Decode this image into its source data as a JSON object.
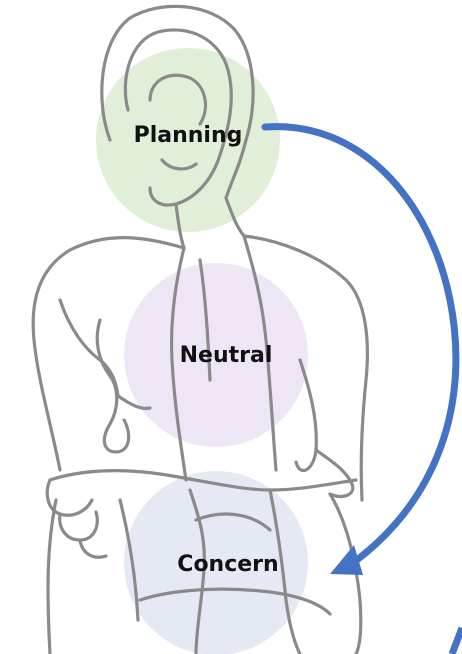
{
  "diagram": {
    "nodes": [
      {
        "id": "planning",
        "label": "Planning",
        "color": "#dcecd2"
      },
      {
        "id": "neutral",
        "label": "Neutral",
        "color": "#ece2f3"
      },
      {
        "id": "concern",
        "label": "Concern",
        "color": "#dfe5f2"
      }
    ],
    "arrow": {
      "from": "planning",
      "to": "concern",
      "color": "#4472c4"
    },
    "figure": {
      "description_icon": "seated-person-line-drawing",
      "stroke": "#8a8a8a"
    }
  }
}
